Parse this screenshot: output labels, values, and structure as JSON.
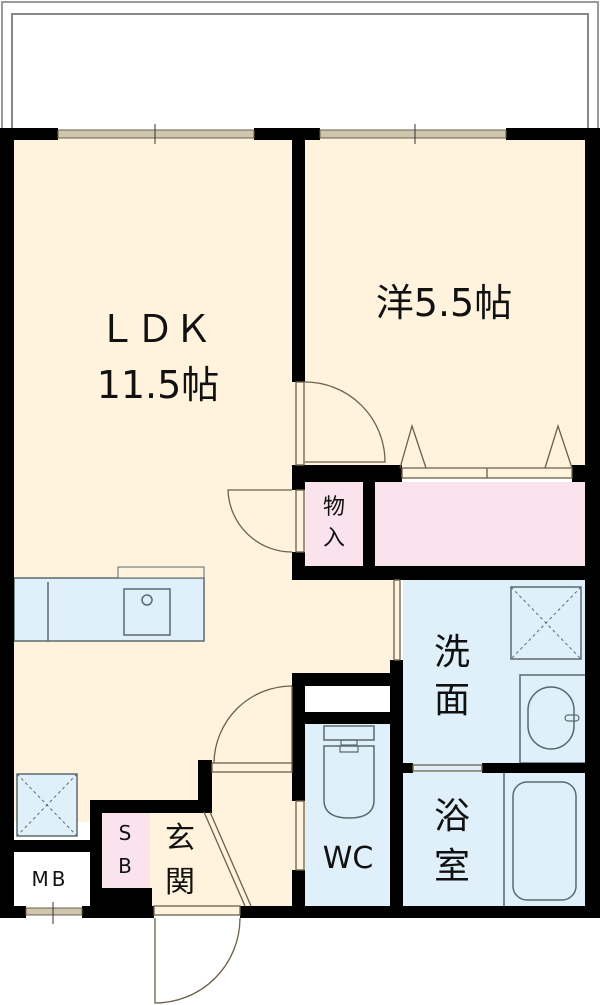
{
  "floorplan": {
    "colors": {
      "wall": "#000000",
      "room_floor": "#fff3dd",
      "storage": "#fbe3ee",
      "wet_area": "#dff0fa",
      "fixture_stroke": "#5a6b6e",
      "balcony_stroke": "#888888",
      "window": "#cfc6b0"
    },
    "rooms": {
      "ldk": {
        "name": "ＬＤＫ",
        "size": "11.5帖"
      },
      "western": {
        "name": "洋5.5帖"
      },
      "storage": {
        "line1": "物",
        "line2": "入"
      },
      "washroom": {
        "line1": "洗",
        "line2": "面"
      },
      "bathroom": {
        "line1": "浴",
        "line2": "室"
      },
      "wc": {
        "name": "WC"
      },
      "entrance": {
        "line1": "玄",
        "line2": "関"
      },
      "shoe_box": {
        "line1": "S",
        "line2": "B"
      },
      "meter_box": {
        "name": "MB"
      }
    }
  }
}
